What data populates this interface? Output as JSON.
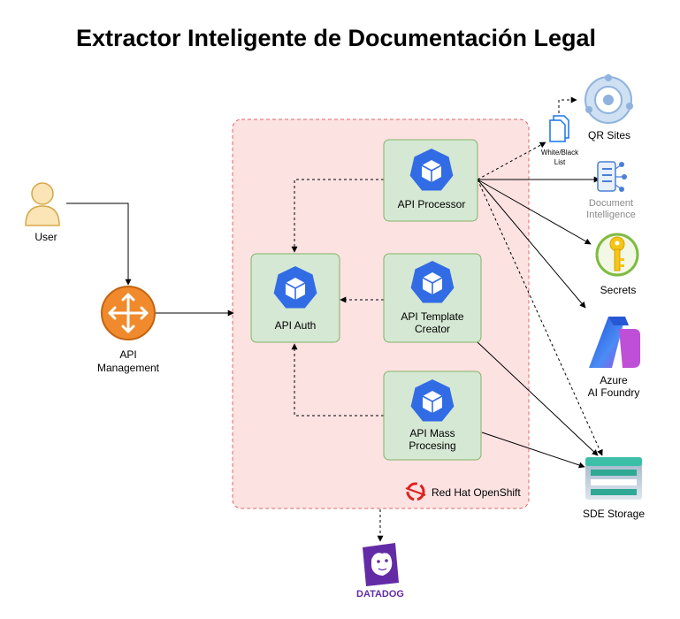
{
  "title": "Extractor Inteligente de Documentación Legal",
  "platform": {
    "label": "Red Hat OpenShift"
  },
  "actors": {
    "user": "User",
    "api_management": [
      "API",
      "Management"
    ]
  },
  "services": {
    "processor": [
      "API Processor"
    ],
    "auth": [
      "API Auth"
    ],
    "template": [
      "API Template",
      "Creator"
    ],
    "mass": [
      "API Mass",
      "Procesing"
    ]
  },
  "external": {
    "list": [
      "White/Black",
      "List"
    ],
    "qr": "QR Sites",
    "docint": [
      "Document",
      "Intelligence"
    ],
    "secrets": "Secrets",
    "foundry": [
      "Azure",
      "AI Foundry"
    ],
    "storage": "SDE Storage",
    "datadog": "DATADOG"
  },
  "colors": {
    "platform_fill": "#fde2e2",
    "platform_border": "#e06666",
    "service_fill": "#d5e8d4",
    "service_border": "#82b366",
    "kube_blue": "#326ce5",
    "apim_orange": "#f08a2c",
    "datadog_purple": "#632ca6"
  }
}
